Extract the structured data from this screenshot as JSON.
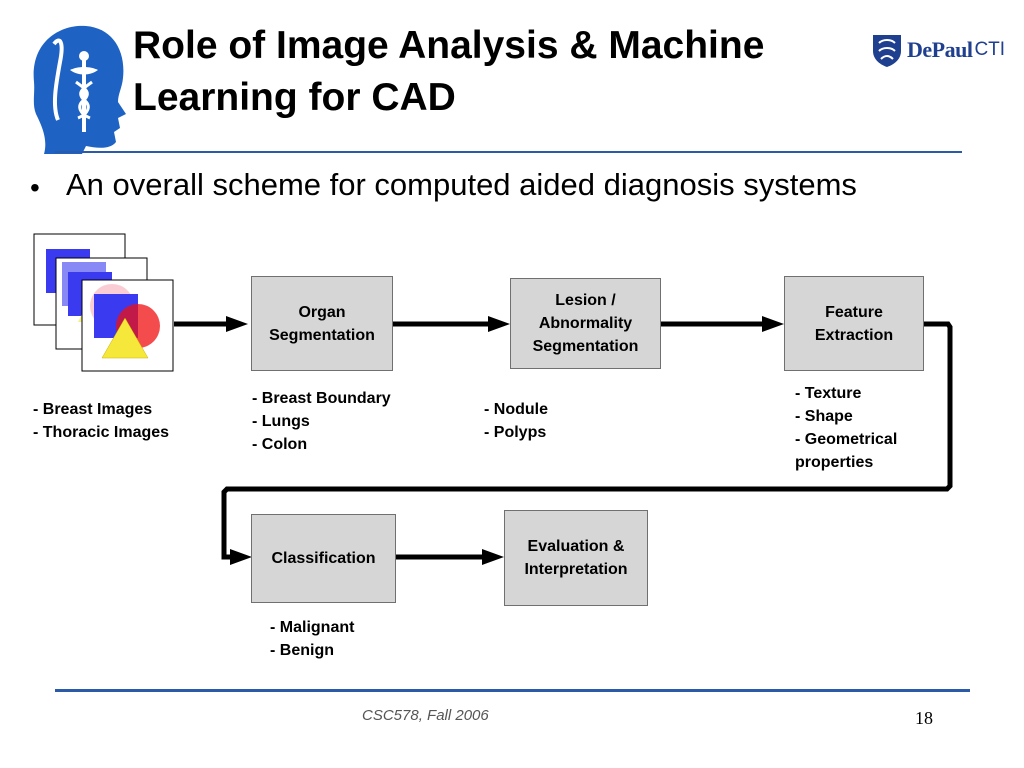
{
  "slide": {
    "title": "Role of Image Analysis & Machine Learning for CAD",
    "bullet": "An overall scheme for computed aided diagnosis systems",
    "footer": "CSC578, Fall 2006",
    "page_number": "18",
    "institution": {
      "name": "DePaul",
      "unit": "CTI"
    }
  },
  "diagram": {
    "nodes": {
      "organ": "Organ Segmentation",
      "lesion": "Lesion / Abnormality Segmentation",
      "feature": "Feature Extraction",
      "classification": "Classification",
      "evaluation": "Evaluation & Interpretation"
    },
    "labels": {
      "images": [
        "- Breast Images",
        "- Thoracic Images"
      ],
      "organ": [
        "- Breast Boundary",
        "- Lungs",
        "- Colon"
      ],
      "lesion": [
        "- Nodule",
        "- Polyps"
      ],
      "feature": [
        "- Texture",
        "- Shape",
        "- Geometrical",
        "properties"
      ],
      "classification": [
        "- Malignant",
        "- Benign"
      ]
    },
    "colors": {
      "box_fill": "#d6d6d6",
      "accent_blue": "#2a5aa8",
      "logo_blue": "#1e63c4"
    }
  }
}
